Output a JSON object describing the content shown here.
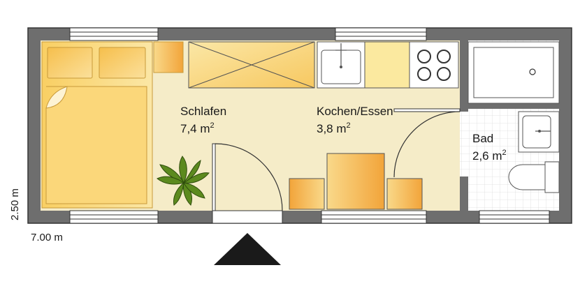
{
  "rooms": {
    "schlafen": {
      "name": "Schlafen",
      "area": "7,4 m",
      "unit_sup": "2"
    },
    "kochen": {
      "name": "Kochen/Essen",
      "area": "3,8 m",
      "unit_sup": "2"
    },
    "bad": {
      "name": "Bad",
      "area": "2,6 m",
      "unit_sup": "2"
    }
  },
  "dimensions": {
    "width": "7.00 m",
    "depth": "2.50 m"
  },
  "colors": {
    "wall": "#6e6e6e",
    "floor_living": "#f5ecc8",
    "floor_bath": "#ffffff",
    "bath_tile_line": "#dcdcdc",
    "furniture_light": "#fbe39a",
    "furniture_mid": "#f8cd65",
    "furniture_dark": "#f2a93b",
    "plant": "#5c8a1e",
    "entrance_arrow": "#1a1a1a"
  },
  "icons": {
    "bed": "double-bed-icon",
    "plant": "potted-plant-icon",
    "sink": "kitchen-sink-icon",
    "stove": "stove-icon",
    "shower": "shower-tray-icon",
    "toilet": "toilet-icon",
    "entrance": "entrance-arrow-icon"
  }
}
